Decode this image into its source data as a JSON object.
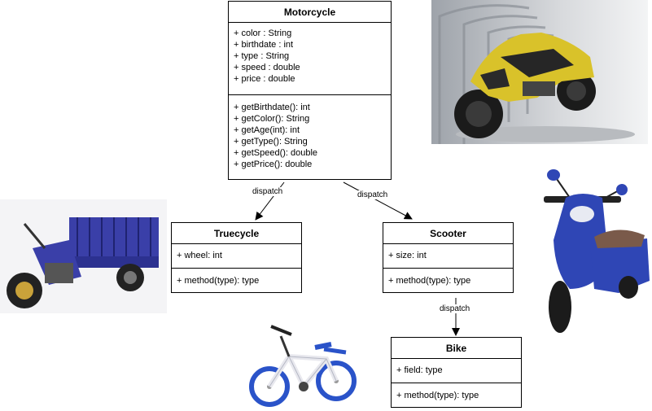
{
  "motorcycle": {
    "name": "Motorcycle",
    "attributes": [
      "+ color : String",
      "+ birthdate : int",
      "+ type : String",
      "+ speed : double",
      "+ price : double"
    ],
    "methods": [
      "+ getBirthdate(): int",
      "+ getColor(): String",
      "+ getAge(int): int",
      "+ getType(): String",
      "+ getSpeed(): double",
      "+ getPrice(): double"
    ]
  },
  "truecycle": {
    "name": "Truecycle",
    "attributes": [
      "+ wheel: int"
    ],
    "methods": [
      "+ method(type): type"
    ]
  },
  "scooter": {
    "name": "Scooter",
    "attributes": [
      "+ size: int"
    ],
    "methods": [
      "+ method(type): type"
    ]
  },
  "bike": {
    "name": "Bike",
    "attributes": [
      "+ field: type"
    ],
    "methods": [
      "+ method(type): type"
    ]
  },
  "edges": {
    "motorcycle_truecycle": "dispatch",
    "motorcycle_scooter": "dispatch",
    "scooter_bike": "dispatch"
  },
  "images": {
    "sportbike": {
      "body_color": "#d9c22a",
      "bg_color": "#c9ccd0"
    },
    "tricycle": {
      "body_color": "#3a3fa8"
    },
    "kids_bike": {
      "frame_color": "#e8e8ee",
      "accent_color": "#2a53c9"
    },
    "e_scooter": {
      "body_color": "#2f46b5",
      "seat_color": "#7a5a4a"
    }
  }
}
